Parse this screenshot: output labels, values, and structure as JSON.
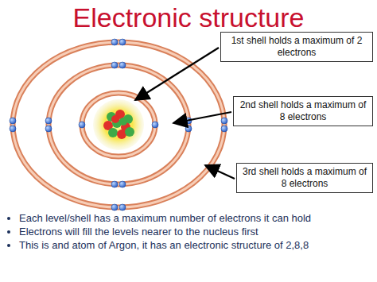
{
  "diagram": {
    "title": "Electronic structure",
    "nodes": [
      {
        "text": [
          "1st shell holds a maximum of 2 electrons"
        ]
      },
      {
        "text": [
          "2nd shell holds a maximum of 8 electrons"
        ]
      },
      {
        "text": [
          "3rd shell holds a maximum of 8 electrons"
        ]
      }
    ],
    "labels": [
      "Each level/shell has a maximum number of electrons it can hold",
      "Electrons will fill the levels nearer to the nucleus first",
      "This is and atom of Argon, it has an electronic structure of 2,8,8"
    ]
  }
}
